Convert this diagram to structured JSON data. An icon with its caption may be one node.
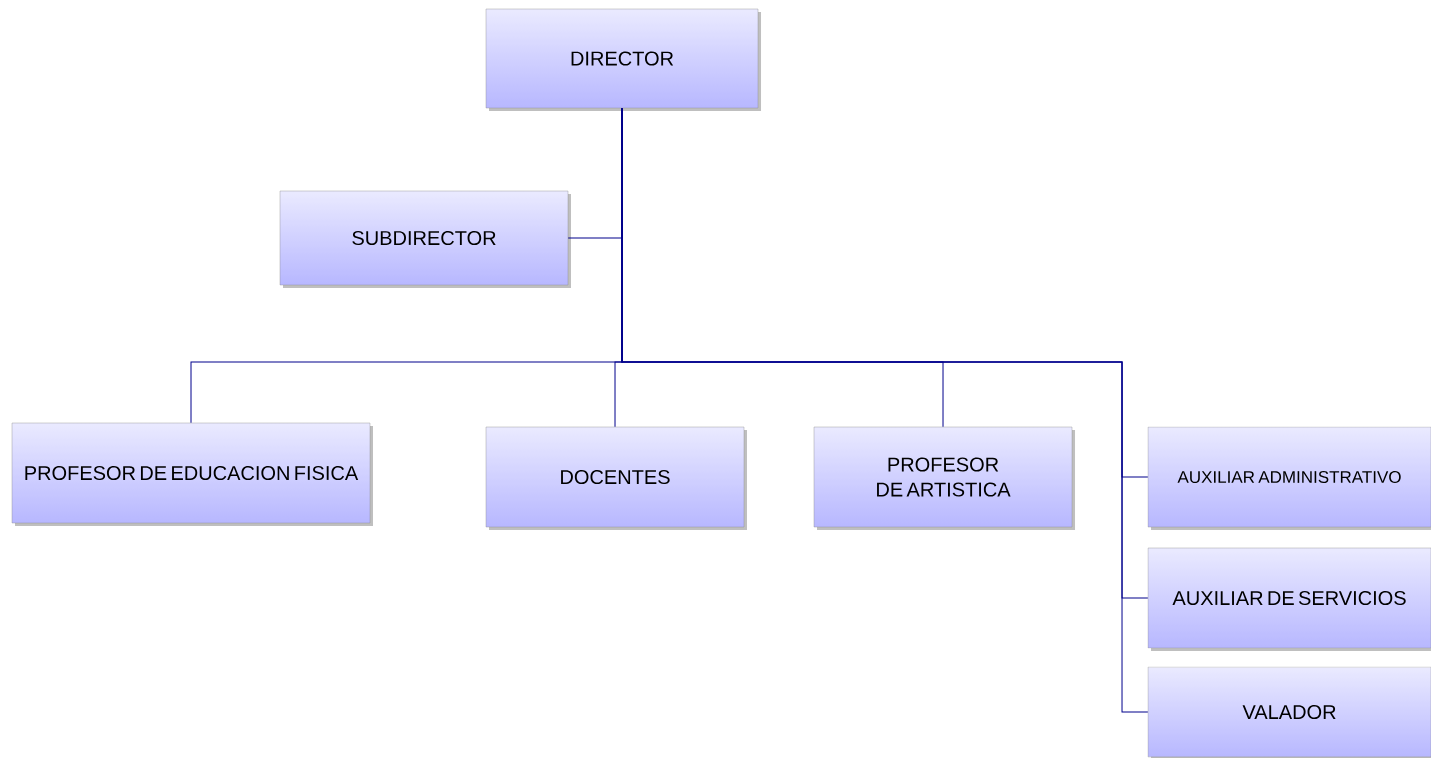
{
  "diagram": {
    "nodes": [
      {
        "text": [
          "DIRECTOR"
        ]
      },
      {
        "text": [
          "SUBDIRECTOR"
        ]
      },
      {
        "text": [
          "PROFESOR DE EDUCACION FISICA"
        ]
      },
      {
        "text": [
          "DOCENTES"
        ]
      },
      {
        "text": [
          "PROFESOR DE ARTISTICA"
        ]
      },
      {
        "text": [
          "AUXILIAR ADMINISTRATIVO"
        ]
      },
      {
        "text": [
          "AUXILIAR DE SERVICIOS"
        ]
      },
      {
        "text": [
          "VALADOR"
        ]
      }
    ],
    "edges": [
      {
        "from": 0,
        "to": 1,
        "arrow": "none"
      },
      {
        "from": 0,
        "to": 2,
        "arrow": "none"
      },
      {
        "from": 0,
        "to": 3,
        "arrow": "none"
      },
      {
        "from": 0,
        "to": 4,
        "arrow": "none"
      },
      {
        "from": 0,
        "to": 5,
        "arrow": "none"
      },
      {
        "from": 0,
        "to": 6,
        "arrow": "none"
      },
      {
        "from": 0,
        "to": 7,
        "arrow": "none"
      }
    ]
  }
}
